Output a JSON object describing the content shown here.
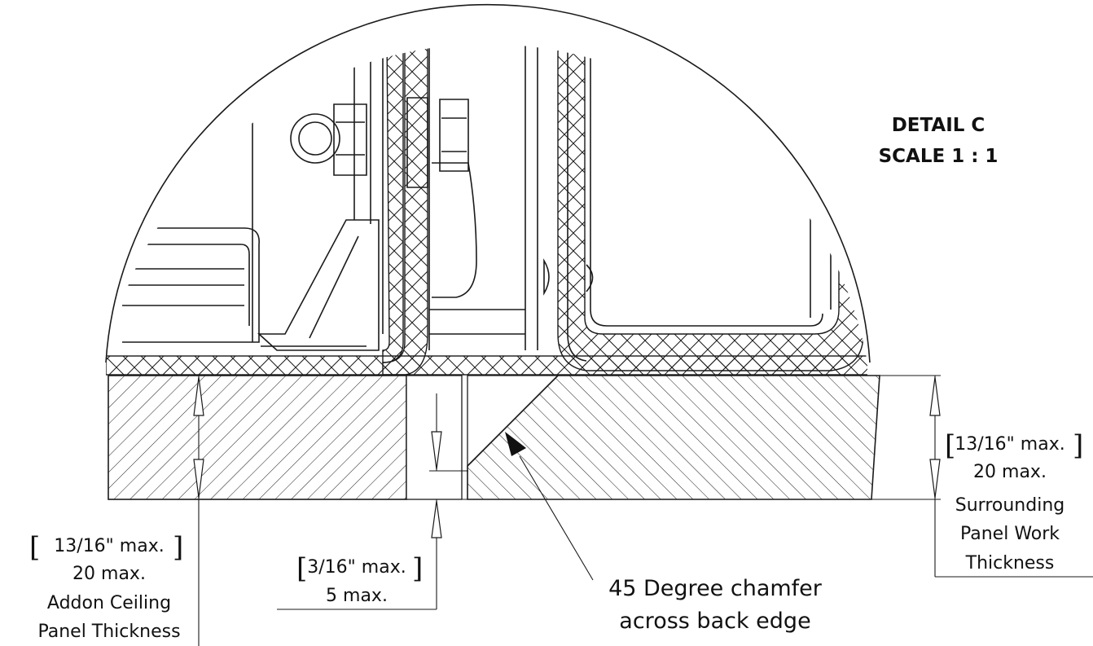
{
  "detail": {
    "title": "DETAIL C",
    "scale": "SCALE 1 : 1"
  },
  "dimensions": {
    "left": {
      "imperial": "13/16\" max.",
      "metric": "20 max.",
      "label_line1": "Addon Ceiling",
      "label_line2": "Panel Thickness"
    },
    "gap": {
      "imperial": "3/16\" max.",
      "metric": "5 max."
    },
    "right": {
      "imperial": "13/16\" max.",
      "metric": "20 max.",
      "label_line1": "Surrounding",
      "label_line2": "Panel Work",
      "label_line3": "Thickness"
    }
  },
  "chamfer_note": {
    "line1": "45 Degree chamfer",
    "line2": "across back edge"
  },
  "colors": {
    "line": "#1a1a1a",
    "background": "#ffffff"
  }
}
